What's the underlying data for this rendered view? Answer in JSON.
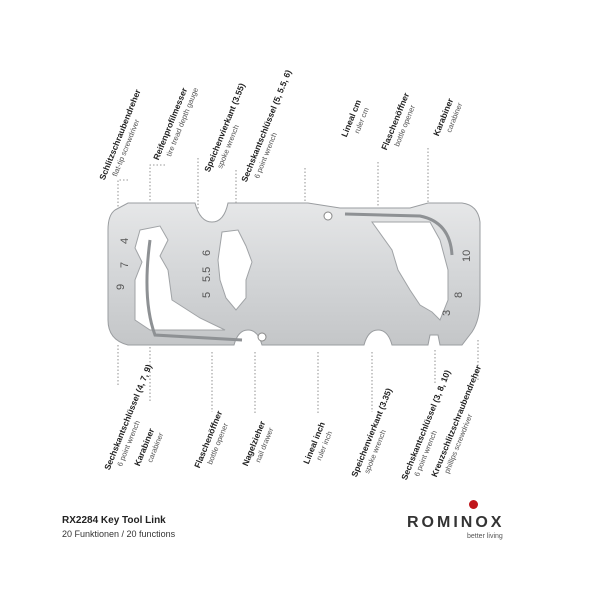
{
  "product": {
    "title": "RX2284 Key Tool Link",
    "subtitle": "20 Funktionen / 20 functions"
  },
  "brand": {
    "name": "ROMINOX",
    "tagline": "better living",
    "accent": "#c0161b"
  },
  "tool_numbers": {
    "left_top": "4",
    "left_mid": "7",
    "left_low": "9",
    "center_top": "6",
    "center_mid": "5.5",
    "center_low": "5",
    "right_a": "10",
    "right_b": "8",
    "right_c": "3"
  },
  "top_labels": [
    {
      "de": "Schlitzschraubendreher",
      "en": "flat-tip screwdriver"
    },
    {
      "de": "Reifenprofilmesser",
      "en": "tire tread depth gauge"
    },
    {
      "de": "Speichenvierkant (3.55)",
      "en": "spoke wrench"
    },
    {
      "de": "Sechskantschlüssel (5, 5.5, 6)",
      "en": "6 point wrench"
    },
    {
      "de": "Lineal cm",
      "en": "ruler cm"
    },
    {
      "de": "Flaschenöffner",
      "en": "bottle opener"
    },
    {
      "de": "Karabiner",
      "en": "carabiner"
    }
  ],
  "bottom_labels": [
    {
      "de": "Sechskantschlüssel (4, 7, 9)",
      "en": "6 point wrench"
    },
    {
      "de": "Karabiner",
      "en": "carabiner"
    },
    {
      "de": "Flaschenöffner",
      "en": "bottle opener"
    },
    {
      "de": "Nagelzieher",
      "en": "nail drawer"
    },
    {
      "de": "Lineal inch",
      "en": "ruler inch"
    },
    {
      "de": "Speichenvierkant (3.35)",
      "en": "spoke wrench"
    },
    {
      "de": "Sechskantschlüssel (3, 8, 10)",
      "en": "6 point wrench"
    },
    {
      "de": "Kreuzschlitzschraubendreher",
      "en": "phillips screwdriver"
    }
  ]
}
